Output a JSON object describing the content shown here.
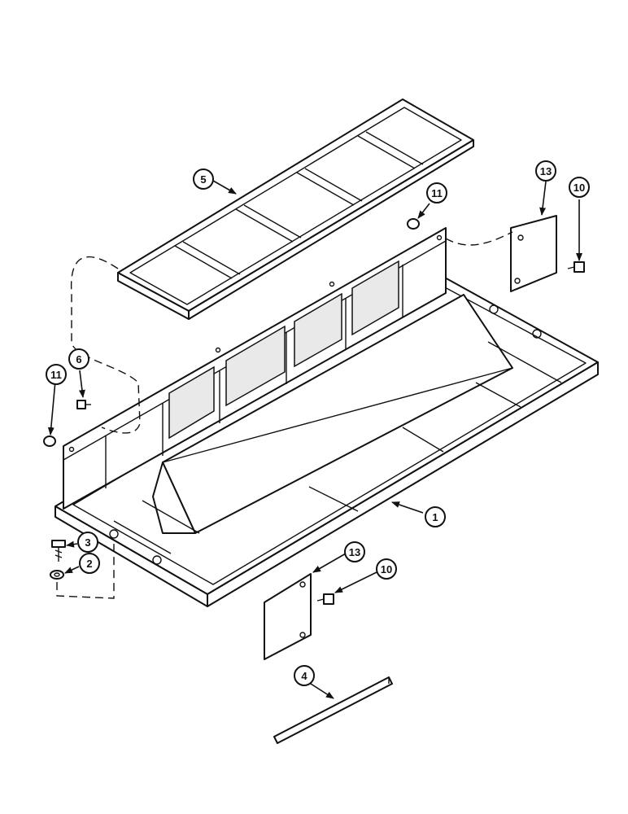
{
  "callouts": {
    "c1": "1",
    "c2": "2",
    "c3": "3",
    "c4": "4",
    "c5": "5",
    "c6": "6",
    "c10a": "10",
    "c10b": "10",
    "c11a": "11",
    "c11b": "11",
    "c13a": "13",
    "c13b": "13"
  }
}
